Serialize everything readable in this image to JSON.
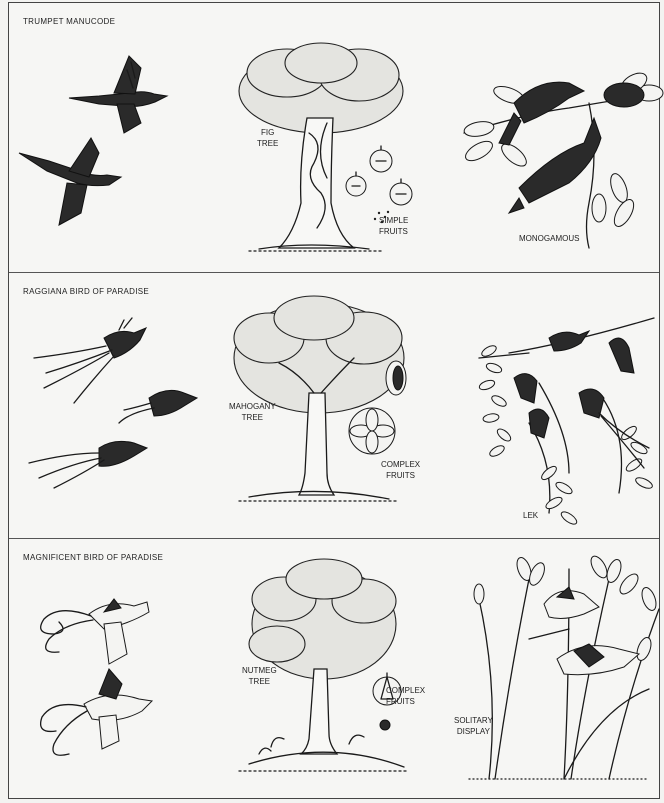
{
  "panels": [
    {
      "title": "TRUMPET MANUCODE",
      "tree_label": "FIG\nTREE",
      "fruit_label": "SIMPLE\nFRUITS",
      "behavior_label": "MONOGAMOUS"
    },
    {
      "title": "RAGGIANA BIRD OF PARADISE",
      "tree_label": "MAHOGANY\nTREE",
      "fruit_label": "COMPLEX\nFRUITS",
      "behavior_label": "LEK"
    },
    {
      "title": "MAGNIFICENT BIRD OF PARADISE",
      "tree_label": "NUTMEG\nTREE",
      "fruit_label": "COMPLEX\nFRUITS",
      "behavior_label": "SOLITARY\nDISPLAY"
    }
  ],
  "icons": [
    "bird-icon",
    "tree-icon",
    "fruit-icon",
    "branch-icon"
  ]
}
